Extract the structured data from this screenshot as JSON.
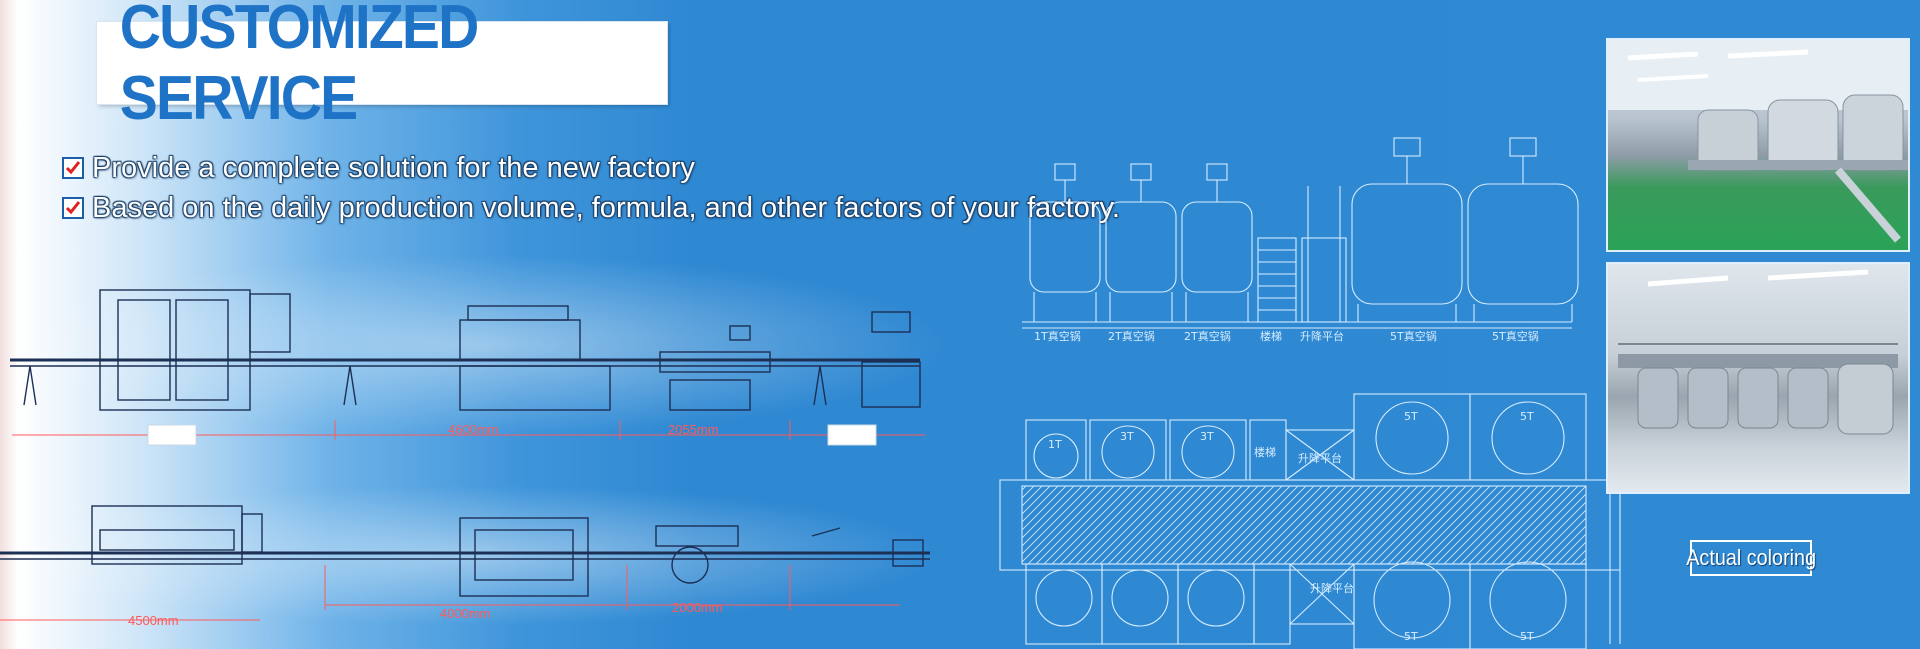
{
  "title": "CUSTOMIZED SERVICE",
  "bullets": [
    "Provide a complete solution for the new factory",
    "Based on the daily production volume, formula, and other factors of your factory."
  ],
  "line1_dims": [
    "4600mm",
    "2055mm"
  ],
  "line2_dims": [
    "4500mm",
    "4000mm",
    "2000mm"
  ],
  "tank_labels": [
    "1T真空锅",
    "2T真空锅",
    "2T真空锅",
    "楼梯",
    "升降平台",
    "5T真空锅",
    "5T真空锅"
  ],
  "plan_labels": {
    "top_tanks": [
      "1T",
      "3T",
      "3T",
      "5T",
      "5T"
    ],
    "bottom_tanks": [
      "5T",
      "5T"
    ],
    "stair": "楼梯",
    "platform": "升降平台"
  },
  "actual_coloring": "Actual coloring",
  "colors": {
    "background": "#2f89d3",
    "title_text": "#1e73c7",
    "checkbox_tick": "#e02020",
    "drawing_lines": "#d5ecff",
    "dimension_lines": "#ff5a5a"
  },
  "icons": [
    "checkbox-checked-icon"
  ]
}
